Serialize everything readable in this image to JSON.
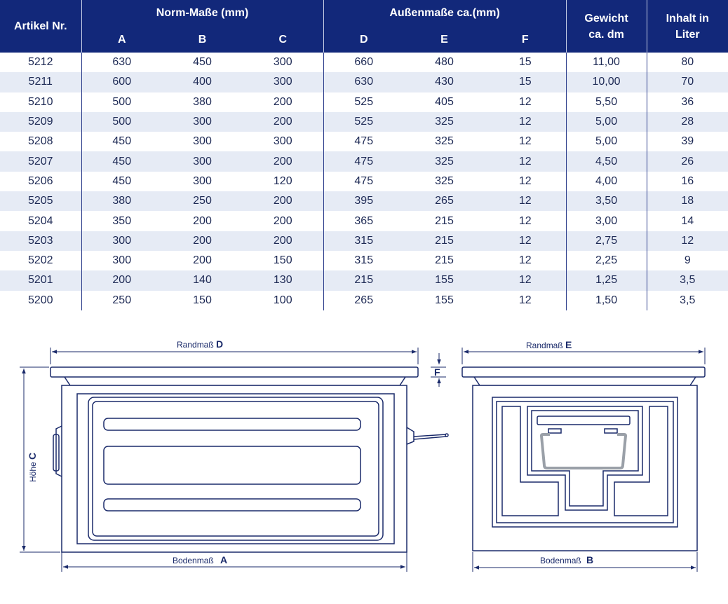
{
  "table": {
    "headers": {
      "artikel": "Artikel Nr.",
      "norm": "Norm-Maße (mm)",
      "aussen": "Außenmaße ca.(mm)",
      "gewicht": "Gewicht ca. dm",
      "inhalt": "Inhalt in Liter",
      "a": "A",
      "b": "B",
      "c": "C",
      "d": "D",
      "e": "E",
      "f": "F"
    },
    "rows": [
      [
        "5212",
        "630",
        "450",
        "300",
        "660",
        "480",
        "15",
        "11,00",
        "80"
      ],
      [
        "5211",
        "600",
        "400",
        "300",
        "630",
        "430",
        "15",
        "10,00",
        "70"
      ],
      [
        "5210",
        "500",
        "380",
        "200",
        "525",
        "405",
        "12",
        "5,50",
        "36"
      ],
      [
        "5209",
        "500",
        "300",
        "200",
        "525",
        "325",
        "12",
        "5,00",
        "28"
      ],
      [
        "5208",
        "450",
        "300",
        "300",
        "475",
        "325",
        "12",
        "5,00",
        "39"
      ],
      [
        "5207",
        "450",
        "300",
        "200",
        "475",
        "325",
        "12",
        "4,50",
        "26"
      ],
      [
        "5206",
        "450",
        "300",
        "120",
        "475",
        "325",
        "12",
        "4,00",
        "16"
      ],
      [
        "5205",
        "380",
        "250",
        "200",
        "395",
        "265",
        "12",
        "3,50",
        "18"
      ],
      [
        "5204",
        "350",
        "200",
        "200",
        "365",
        "215",
        "12",
        "3,00",
        "14"
      ],
      [
        "5203",
        "300",
        "200",
        "200",
        "315",
        "215",
        "12",
        "2,75",
        "12"
      ],
      [
        "5202",
        "300",
        "200",
        "150",
        "315",
        "215",
        "12",
        "2,25",
        "9"
      ],
      [
        "5201",
        "200",
        "140",
        "130",
        "215",
        "155",
        "12",
        "1,25",
        "3,5"
      ],
      [
        "5200",
        "250",
        "150",
        "100",
        "265",
        "155",
        "12",
        "1,50",
        "3,5"
      ]
    ]
  },
  "drawing": {
    "randmass": "Randmaß",
    "bodenmass": "Bodenmaß",
    "hoehe": "Höhe",
    "letter_d": "D",
    "letter_e": "E",
    "letter_a": "A",
    "letter_b": "B",
    "letter_c": "C",
    "letter_f": "F"
  },
  "colors": {
    "header_bg": "#12287a",
    "stripe": "#e6ebf5",
    "line": "#1a2a6a"
  }
}
